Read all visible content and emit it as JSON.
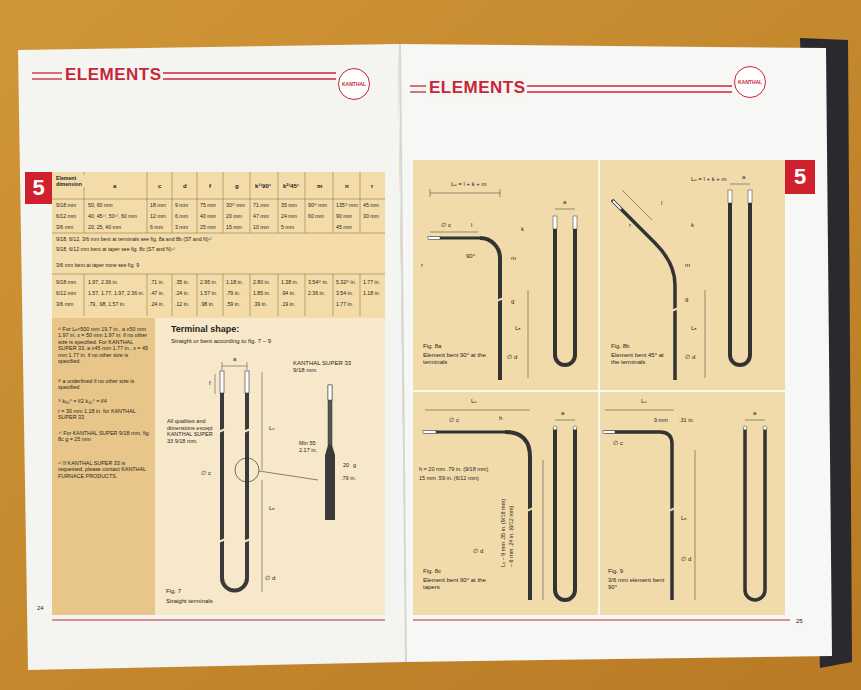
{
  "diagram": {
    "nodes": [
      {
        "text": [
          "5"
        ]
      },
      {
        "text": [
          "5"
        ]
      },
      {
        "text": [
          "KANTHAL"
        ]
      },
      {
        "text": [
          "KANTHAL"
        ]
      }
    ],
    "labels": [
      "ELEMENTS",
      "ELEMENTS",
      "Element dimension",
      "a",
      "c",
      "d",
      "f",
      "g",
      "k¹⁾90°",
      "k²⁾45°",
      "m",
      "n",
      "r",
      "9/18 mm",
      "50, 60 mm",
      "18 mm",
      "9 mm",
      "75 mm",
      "30³⁾ mm",
      "71 mm",
      "35 mm",
      "90³⁾ mm",
      "135³⁾ mm",
      "45 mm",
      "6/12 mm",
      "40, 45⁴⁾, 50⁴⁾, 60 mm",
      "12 mm",
      "6 mm",
      "40 mm",
      "20 mm",
      "47 mm",
      "24 mm",
      "60 mm",
      "90 mm",
      "30 mm",
      "3/6 mm",
      "20, 25, 40 mm",
      "6 mm",
      "3 mm",
      "25 mm",
      "15 mm",
      "10 mm",
      "5 mm",
      "45 mm",
      "9/18, 6/12, 3/6 mm bent at terminals see fig. 8a and 8b (ST and N)⁵⁾",
      "9/18, 6/12 mm bent at taper see fig. 8c (ST and N)⁵⁾",
      "3/6 mm bent at taper zone see fig. 9",
      "9/18 mm",
      "1.97, 2.36 in.",
      ".71 in.",
      ".35 in.",
      "2.95 in.",
      "1.18 in.",
      "2.80 in.",
      "1.38 in.",
      "3.54³⁾ in.",
      "5.32³⁾ in.",
      "1.77 in.",
      "6/12 mm",
      "1.57, 1.77, 1.97, 2.36 in.",
      ".47 in.",
      ".24 in.",
      "1.57 in.",
      ".79 in.",
      "1.85 in.",
      ".94 in.",
      "2.36 in.",
      "3.54 in.",
      "1.18 in.",
      "3/6 mm",
      ".79, .98, 1.57 in.",
      ".24 in.",
      ".12 in.",
      ".98 in.",
      ".59 in.",
      ".39 in.",
      ".19 in.",
      "1.77 in.",
      "¹⁾ For Lₑ>500 mm 19.7 in., a ≥50 mm 1.97 in. x = 50 mm 1.97 in. if no other size is specified. For KANTHAL SUPER 33, a ≥45 mm 1.77 in., x = 45 mm 1.77 in. if no other size is specified.",
      "²⁾ a underlined if no other size is specified.",
      "³⁾ k₉₀° = f/2  k₄₅° = f/4",
      "r = 30 mm 1.18 in. for KANTHAL SUPER 33",
      "⁴⁾ For KANTHAL SUPER 9/18 mm, fig. 8c g = 25 mm",
      "⁵⁾ If KANTHAL SUPER 33 is requested, please contact KANTHAL FURNACE PRODUCTS.",
      "24",
      "Terminal shape:",
      "Straight or bent according to fig. 7 – 9",
      "KANTHAL SUPER 33 9/18 mm",
      "All qualities and dimensions except KANTHAL SUPER 33 9/18 mm.",
      "a",
      "f",
      "∅ c",
      "Lᵤ",
      "Lₑ",
      "∅ d",
      "Min 55 2.17 in.",
      "20",
      "g",
      ".79 in.",
      "Fig. 7",
      "Straight terminals",
      "Lᵤ = l + k + m",
      "a",
      "l",
      "k",
      "r",
      "∅ c",
      "90°",
      "m",
      "g",
      "Lₑ",
      "∅ d",
      "Fig. 8a",
      "Element bent 90° at the terminals",
      "Lᵤ = l + k + m",
      "a",
      "l",
      "k",
      "r",
      "m",
      "g",
      "Lₑ",
      "∅ d",
      "Fig. 8b",
      "Element bent 45° at the terminals",
      "Lᵤ",
      "a",
      "h",
      "∅ c",
      "h = 20 mm .79 in. (9/18 mm)",
      "15 mm .59 in. (6/12 mm)",
      "Lₑ – 9 mm .35 in. (9/18 mm)",
      "– 6 mm .24 in. (6/12 mm)",
      "∅ d",
      "Fig. 8c",
      "Element bent 90° at the tapers",
      "Lᵤ",
      "9 mm",
      ".31 in.",
      "a",
      "∅ c",
      "Lₑ",
      "∅ d",
      "Fig. 9",
      "3/6 mm element bent 90°",
      "25"
    ]
  }
}
